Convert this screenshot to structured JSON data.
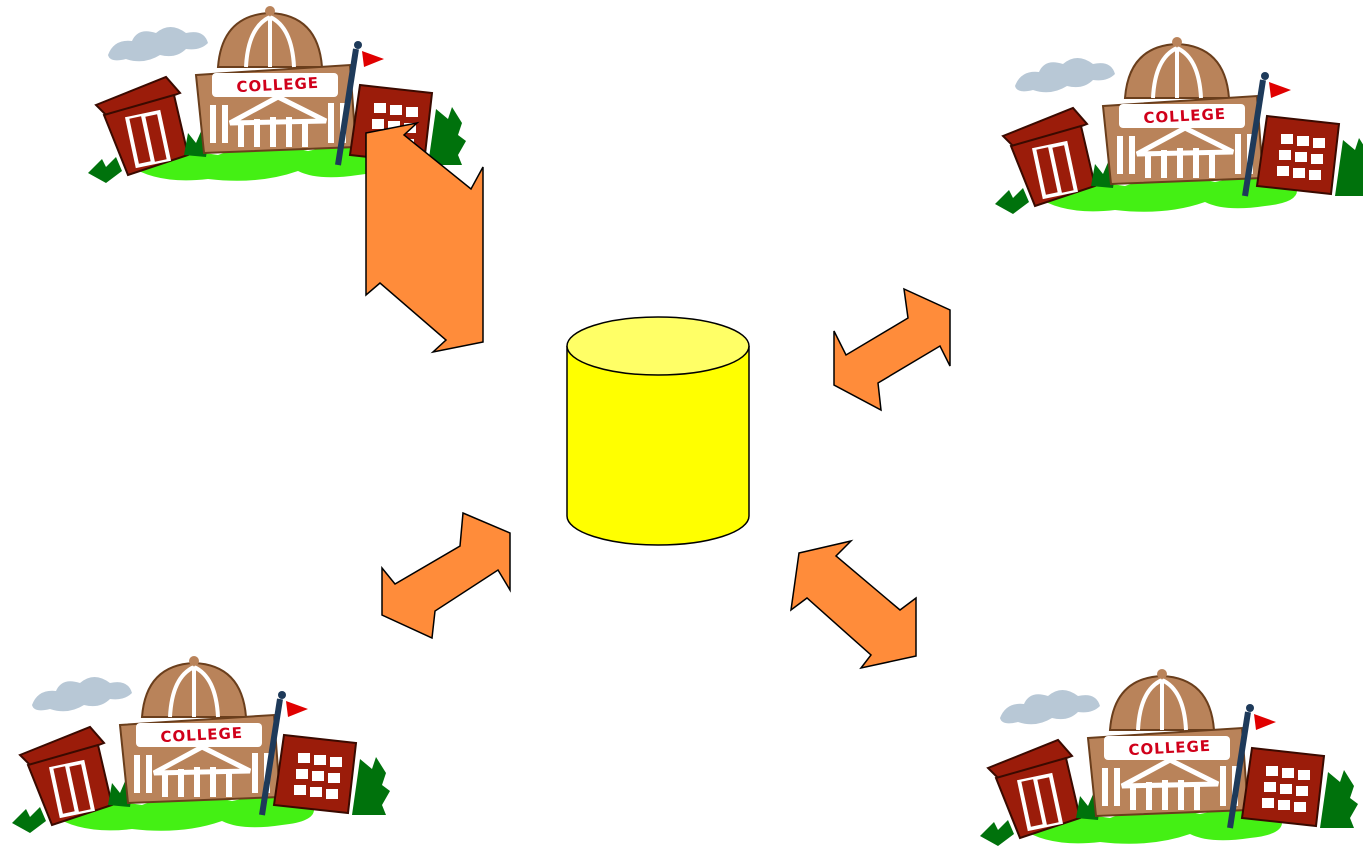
{
  "colleges": [
    {
      "id": "top-left",
      "label": "COLLEGE"
    },
    {
      "id": "top-right",
      "label": "COLLEGE"
    },
    {
      "id": "bottom-left",
      "label": "COLLEGE"
    },
    {
      "id": "bottom-right",
      "label": "COLLEGE"
    }
  ],
  "colors": {
    "database_fill": "#ffff00",
    "database_top": "#ffff66",
    "arrow_fill": "#ff8c3a",
    "dome": "#b9835a",
    "brick": "#9b1c0a",
    "grass_light": "#44f014",
    "grass_dark": "#00720c",
    "cloud": "#b8c8d6",
    "flag": "#e00000",
    "label_red": "#d0001a"
  }
}
